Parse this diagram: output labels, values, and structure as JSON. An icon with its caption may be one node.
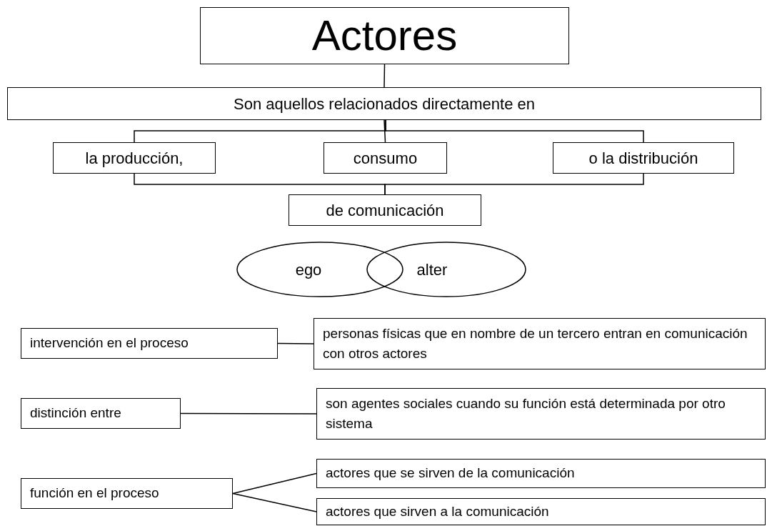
{
  "diagram": {
    "nodes": [
      {
        "text": [
          "Actores"
        ]
      },
      {
        "text": [
          "Son aquellos relacionados directamente en"
        ]
      },
      {
        "text": [
          "la producción,"
        ]
      },
      {
        "text": [
          "consumo"
        ]
      },
      {
        "text": [
          "o la distribución"
        ]
      },
      {
        "text": [
          "de comunicación"
        ]
      },
      {
        "text": [
          "ego"
        ]
      },
      {
        "text": [
          "alter"
        ]
      },
      {
        "text": [
          "intervención en el proceso"
        ]
      },
      {
        "text": [
          "personas físicas que en nombre de un tercero entran en comunicación con otros actores"
        ]
      },
      {
        "text": [
          "distinción entre"
        ]
      },
      {
        "text": [
          "son agentes sociales cuando su función está determinada por otro sistema"
        ]
      },
      {
        "text": [
          "función en el proceso"
        ]
      },
      {
        "text": [
          "actores que se sirven de la comunicación"
        ]
      },
      {
        "text": [
          "actores que sirven a la comunicación"
        ]
      }
    ],
    "edges": [
      {
        "from": 0,
        "to": 1,
        "arrow": "none"
      },
      {
        "from": 1,
        "to": 2,
        "arrow": "none"
      },
      {
        "from": 1,
        "to": 3,
        "arrow": "none"
      },
      {
        "from": 1,
        "to": 4,
        "arrow": "none"
      },
      {
        "from": 2,
        "to": 5,
        "arrow": "none"
      },
      {
        "from": 4,
        "to": 5,
        "arrow": "none"
      },
      {
        "from": 8,
        "to": 9,
        "arrow": "none"
      },
      {
        "from": 10,
        "to": 11,
        "arrow": "none"
      },
      {
        "from": 12,
        "to": 13,
        "arrow": "none"
      },
      {
        "from": 12,
        "to": 14,
        "arrow": "none"
      }
    ]
  }
}
